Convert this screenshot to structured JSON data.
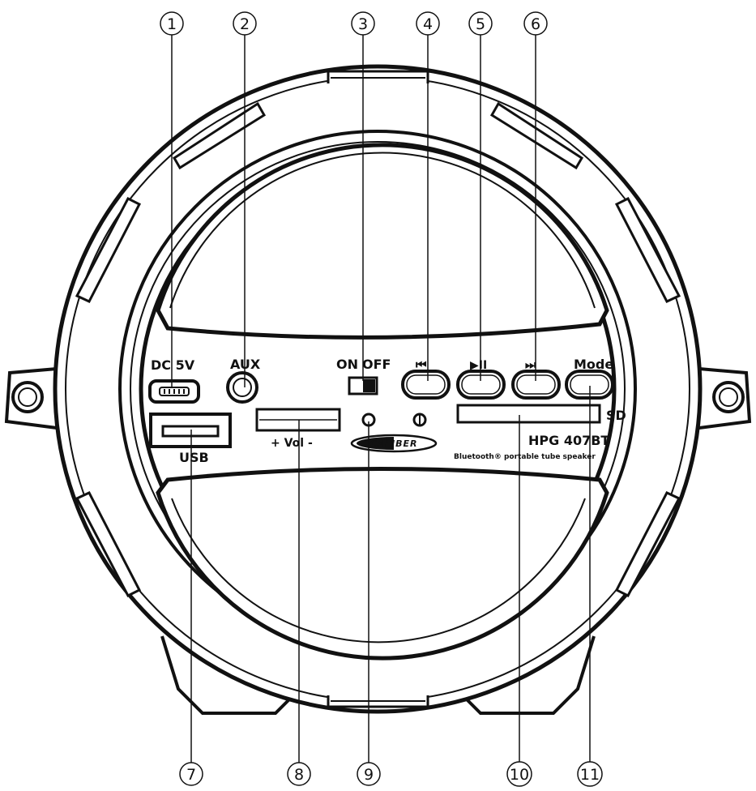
{
  "device": {
    "brand": "CALIBER",
    "model": "HPG 407BT",
    "tagline": "Bluetooth® portable tube speaker"
  },
  "panel_labels": {
    "dc": "DC 5V",
    "aux": "AUX",
    "on": "ON",
    "off": "OFF",
    "prev": "⏮",
    "play": "▶II",
    "next": "⏭",
    "mode": "Mode",
    "sd": "SD",
    "usb": "USB",
    "vol": "+ Vol -"
  },
  "callouts": [
    "1",
    "2",
    "3",
    "4",
    "5",
    "6",
    "7",
    "8",
    "9",
    "10",
    "11"
  ]
}
